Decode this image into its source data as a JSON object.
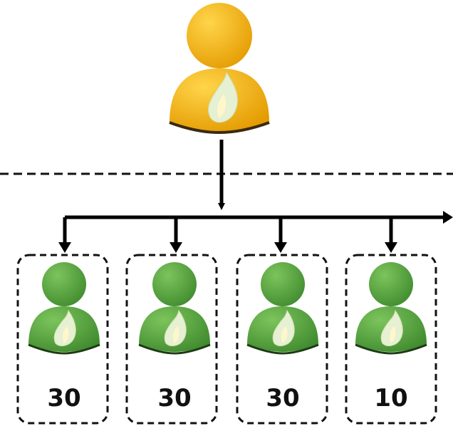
{
  "colors": {
    "parent_body": "#f4b400",
    "parent_body_dark": "#d48a00",
    "child_body": "#5aa440",
    "child_body_dark": "#3d7f2c",
    "flame": "#e8f3d6",
    "flame_inner": "#fff8d8",
    "line": "#000000"
  },
  "icons": {
    "parent": "person-flame-icon",
    "child": "person-flame-icon"
  },
  "children": [
    {
      "value": "30"
    },
    {
      "value": "30"
    },
    {
      "value": "30"
    },
    {
      "value": "10"
    }
  ]
}
